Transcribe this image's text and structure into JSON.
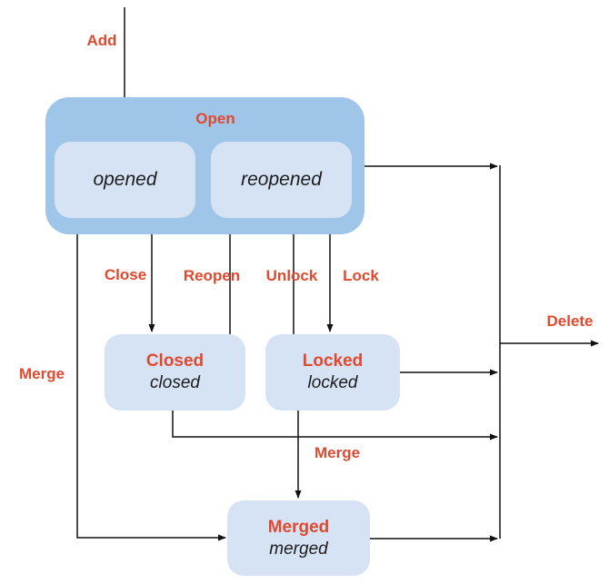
{
  "colors": {
    "background": "#ffffff",
    "container_fill": "#9fc5e8",
    "state_fill": "#d5e3f5",
    "label_red": "#e0492f",
    "text_black": "#1c1c1c",
    "line_black": "#111111"
  },
  "states": {
    "open": {
      "label": "Open",
      "substates": {
        "opened": "opened",
        "reopened": "reopened"
      }
    },
    "closed": {
      "title": "Closed",
      "subtitle": "closed"
    },
    "locked": {
      "title": "Locked",
      "subtitle": "locked"
    },
    "merged": {
      "title": "Merged",
      "subtitle": "merged"
    }
  },
  "transitions": {
    "add": "Add",
    "close": "Close",
    "reopen": "Reopen",
    "unlock": "Unlock",
    "lock": "Lock",
    "merge_left": "Merge",
    "merge_middle": "Merge",
    "delete": "Delete"
  }
}
